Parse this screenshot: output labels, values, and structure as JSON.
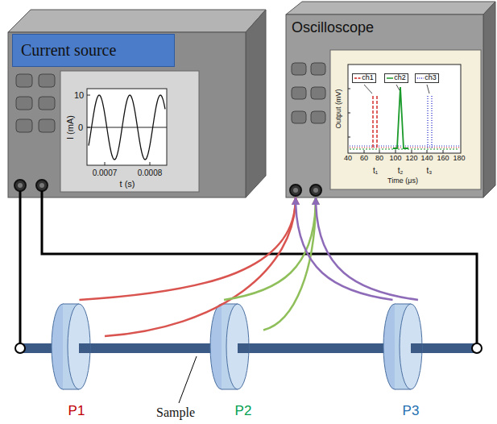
{
  "diagram": {
    "nodes": [
      {
        "text": [
          "Current source"
        ]
      },
      {
        "text": [
          "Oscilloscope"
        ]
      },
      {
        "text": [
          "P1"
        ]
      },
      {
        "text": [
          "P2"
        ]
      },
      {
        "text": [
          "P3"
        ]
      }
    ],
    "edges": [
      {
        "from": 2,
        "to": 1,
        "arrow": "to"
      },
      {
        "from": 3,
        "to": 1,
        "arrow": "to"
      },
      {
        "from": 4,
        "to": 1,
        "arrow": "to"
      }
    ],
    "labels": [
      "10",
      "0",
      "I (mA)",
      "0.0007",
      "0.0008",
      "t (s)",
      "Output (mV)",
      "40",
      "60",
      "80",
      "100",
      "120",
      "140",
      "160",
      "180",
      "Time (μs)",
      "t₁",
      "t₂",
      "t₃",
      "Sample"
    ],
    "legend": [
      {
        "text": "ch1"
      },
      {
        "text": "ch2"
      },
      {
        "text": "ch3"
      }
    ]
  }
}
